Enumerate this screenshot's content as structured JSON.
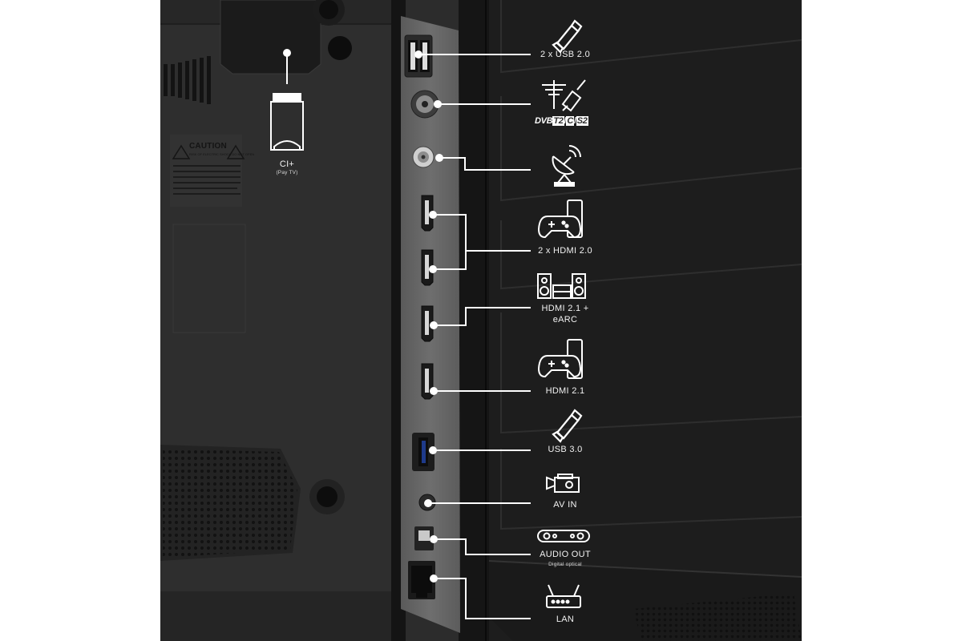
{
  "cutout_colors": {
    "tv_back": "#2f2f2f",
    "bezel": "#161616",
    "panel": "#1c1c1c",
    "port_plate": "#707070",
    "lines": "#ffffff"
  },
  "ci_slot": {
    "label": "CI+",
    "sublabel": "(Pay TV)",
    "icon": "ci-card-icon"
  },
  "caution_sticker": {
    "title": "CAUTION",
    "subtitle": "RISK OF ELECTRIC SHOCK DO NOT OPEN"
  },
  "ports": [
    {
      "label": "2 x USB 2.0",
      "icon": "usb-stick-icon"
    },
    {
      "label": "",
      "icon": "antenna-cable-icon",
      "badge": {
        "prefix": "DVB",
        "parts": [
          "T2",
          "C",
          "S2"
        ]
      }
    },
    {
      "label": "",
      "icon": "satellite-dish-icon"
    },
    {
      "label": "2 x HDMI 2.0",
      "icon": "game-console-icon"
    },
    {
      "label": "HDMI 2.1 +",
      "label2": "eARC",
      "icon": "hifi-system-icon"
    },
    {
      "label": "HDMI 2.1",
      "icon": "game-console-icon"
    },
    {
      "label": "USB 3.0",
      "icon": "usb-stick-icon"
    },
    {
      "label": "AV IN",
      "icon": "camcorder-icon"
    },
    {
      "label": "AUDIO OUT",
      "sublabel": "Digital optical",
      "icon": "soundbar-icon"
    },
    {
      "label": "LAN",
      "icon": "router-icon"
    }
  ]
}
